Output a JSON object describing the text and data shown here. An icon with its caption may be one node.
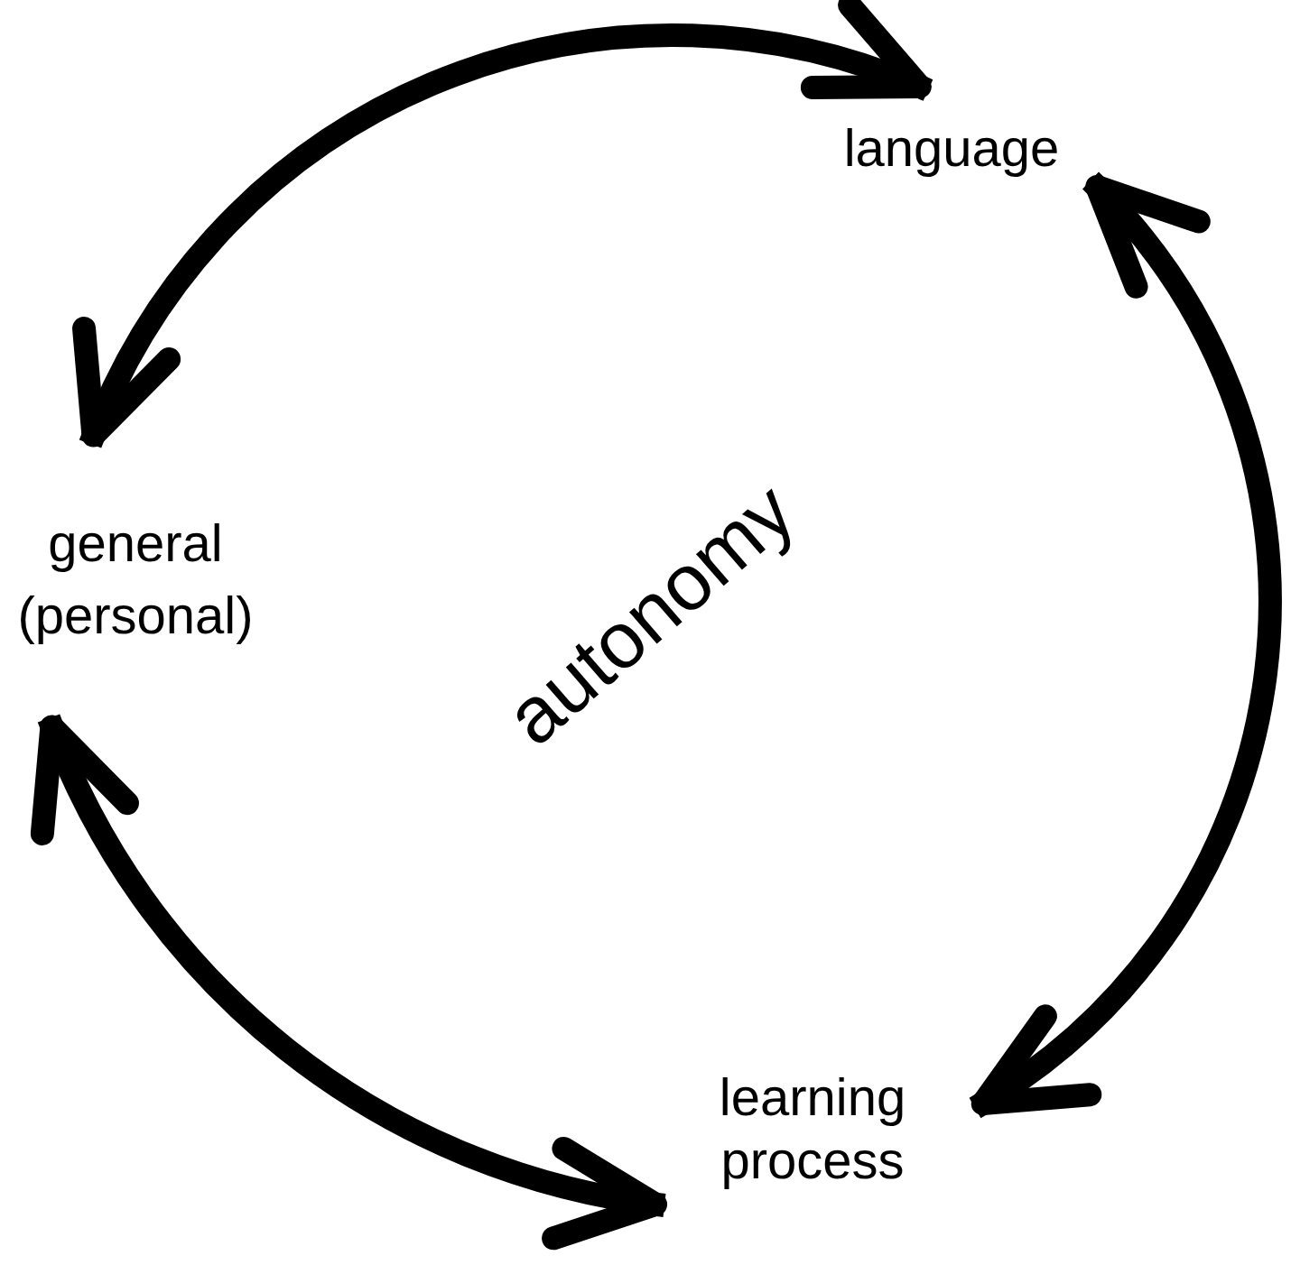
{
  "diagram": {
    "nodes": [
      {
        "text": [
          "language"
        ]
      },
      {
        "text": [
          "general (personal)"
        ]
      },
      {
        "text": [
          "learning process"
        ]
      }
    ],
    "edges": [
      {
        "from": 0,
        "to": 1,
        "arrow": "both"
      },
      {
        "from": 0,
        "to": 2,
        "arrow": "both"
      },
      {
        "from": 1,
        "to": 2,
        "arrow": "both"
      }
    ],
    "labels": [
      "autonomy"
    ]
  }
}
